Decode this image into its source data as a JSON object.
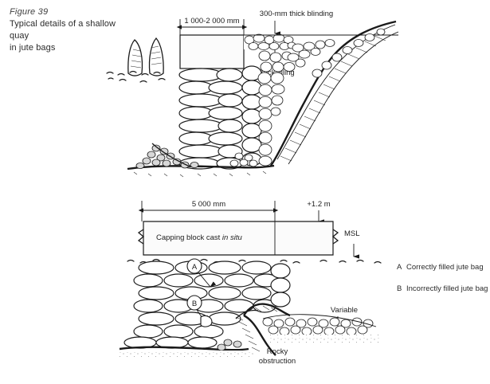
{
  "figure": {
    "number_label": "Figure 39",
    "caption_line_1": "Typical details of a shallow quay",
    "caption_line_2": "in jute bags"
  },
  "upper_diagram": {
    "name": "shallow-quay-section-upper",
    "dimension_width": "1 000-2 000 mm",
    "blinding_label": "300-mm thick blinding",
    "backfill_label": "Back filling"
  },
  "lower_diagram": {
    "name": "shallow-quay-section-lower",
    "dimension_width": "5 000 mm",
    "level_label": "+1.2 m",
    "capping_text_plain": "Capping block cast ",
    "capping_text_italic": "in situ",
    "msl_label": "MSL",
    "variable_label": "Variable",
    "obstruction_line_1": "Rocky",
    "obstruction_line_2": "obstruction"
  },
  "legend": {
    "items": [
      {
        "key": "A",
        "label": "Correctly filled jute bag"
      },
      {
        "key": "B",
        "label": "Incorrectly filled jute bag"
      }
    ]
  },
  "callouts": {
    "a": "A",
    "b": "B"
  },
  "colors": {
    "ink": "#1a1a1a",
    "paper": "#ffffff",
    "caption_gray": "#3f3f3f",
    "rubble_fill": "#d8d8d8"
  }
}
